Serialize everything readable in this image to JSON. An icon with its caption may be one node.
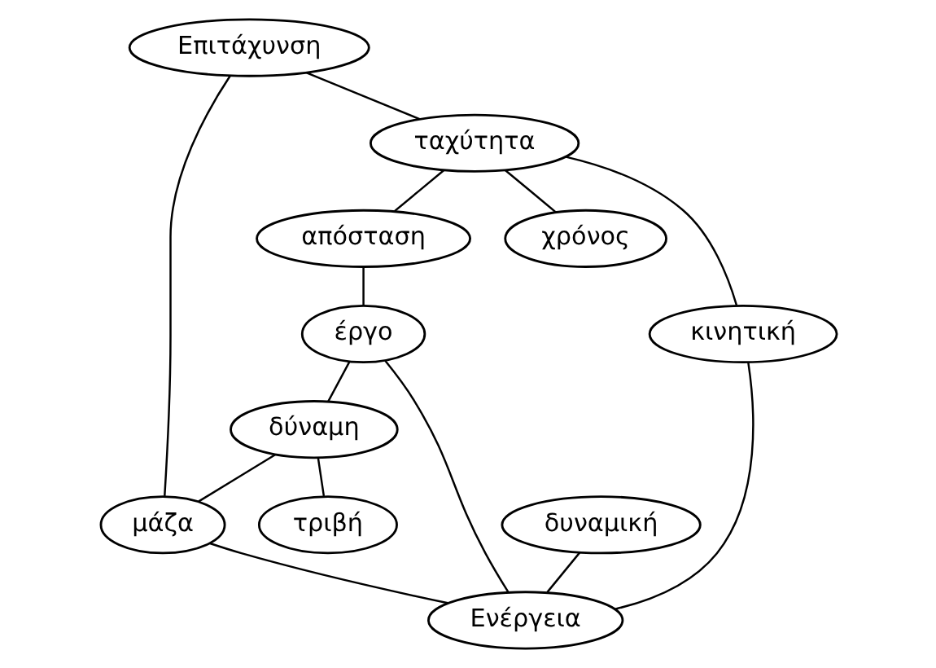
{
  "diagram": {
    "nodes": [
      {
        "text": [
          "Επιτάχυνση"
        ]
      },
      {
        "text": [
          "ταχύτητα"
        ]
      },
      {
        "text": [
          "απόσταση"
        ]
      },
      {
        "text": [
          "χρόνος"
        ]
      },
      {
        "text": [
          "έργο"
        ]
      },
      {
        "text": [
          "δύναμη"
        ]
      },
      {
        "text": [
          "τριβή"
        ]
      },
      {
        "text": [
          "μάζα"
        ]
      },
      {
        "text": [
          "κινητική"
        ]
      },
      {
        "text": [
          "δυναμική"
        ]
      },
      {
        "text": [
          "Ενέργεια"
        ]
      }
    ],
    "edges": [
      {
        "from": 0,
        "to": 1,
        "arrow": "none"
      },
      {
        "from": 1,
        "to": 2,
        "arrow": "none"
      },
      {
        "from": 1,
        "to": 3,
        "arrow": "none"
      },
      {
        "from": 2,
        "to": 4,
        "arrow": "none"
      },
      {
        "from": 0,
        "to": 7,
        "arrow": "none"
      },
      {
        "from": 1,
        "to": 8,
        "arrow": "none"
      },
      {
        "from": 4,
        "to": 5,
        "arrow": "none"
      },
      {
        "from": 5,
        "to": 6,
        "arrow": "none"
      },
      {
        "from": 5,
        "to": 7,
        "arrow": "none"
      },
      {
        "from": 4,
        "to": 10,
        "arrow": "none"
      },
      {
        "from": 7,
        "to": 10,
        "arrow": "none"
      },
      {
        "from": 8,
        "to": 10,
        "arrow": "none"
      },
      {
        "from": 9,
        "to": 10,
        "arrow": "none"
      }
    ]
  }
}
